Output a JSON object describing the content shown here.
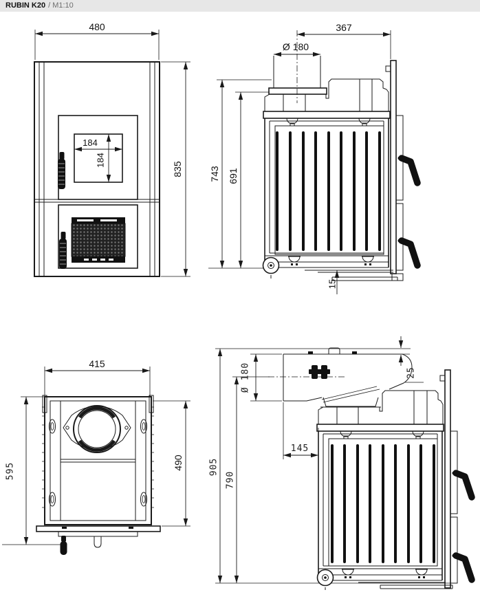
{
  "header": {
    "title": "RUBIN K20",
    "suffix": "/ M1:10"
  },
  "colors": {
    "line": "#1a1a1a",
    "header_bg": "#e7e7e7",
    "header_suffix": "#6e6e6e",
    "handle": "#111111"
  },
  "views": {
    "front": {
      "dims": {
        "overall_width": "480",
        "overall_height": "835",
        "glass_width": "184",
        "glass_height": "184"
      }
    },
    "side_vertical_flue": {
      "dims": {
        "flue_axis_to_back": "367",
        "flue_diameter": "Ø 180",
        "overall_height": "743",
        "body_height": "691",
        "base_clearance": "15"
      }
    },
    "top": {
      "dims": {
        "width": "415",
        "overall_depth": "595",
        "body_depth": "490"
      }
    },
    "side_rear_flue": {
      "dims": {
        "flue_diameter": "Ø 180",
        "top_clearance": "25",
        "flue_stub_length": "145",
        "overall_height": "905",
        "flue_axis_height": "790"
      }
    }
  }
}
